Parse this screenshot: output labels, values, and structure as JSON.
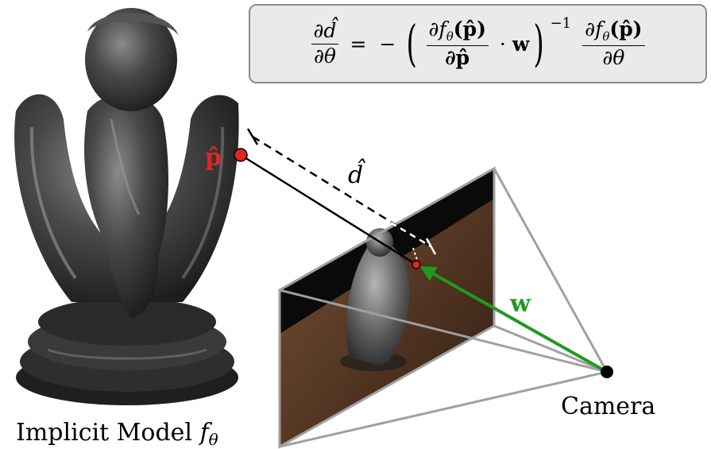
{
  "equation": {
    "lhs_num": "∂d̂",
    "lhs_den": "∂θ",
    "equals": "=",
    "minus": "−",
    "inner_num": "∂f",
    "inner_num_sub": "θ",
    "inner_num_arg": "(p̂)",
    "inner_den": "∂p̂",
    "dot": "·",
    "w": "w",
    "exponent": "−1",
    "rhs_num": "∂f",
    "rhs_num_sub": "θ",
    "rhs_num_arg": "(p̂)",
    "rhs_den": "∂θ"
  },
  "labels": {
    "point_label": "p̂",
    "distance_label": "d̂",
    "ray_label": "w",
    "camera_label": "Camera",
    "model_label_prefix": "Implicit Model ",
    "model_symbol": "f",
    "model_symbol_sub": "θ"
  },
  "colors": {
    "point": "#e02424",
    "ray": "#1f9a1f",
    "frustum": "#a0a0a0",
    "statue": "#3d3d3d",
    "floor": "#5a3b26",
    "equation_box": "#eaeaea"
  }
}
